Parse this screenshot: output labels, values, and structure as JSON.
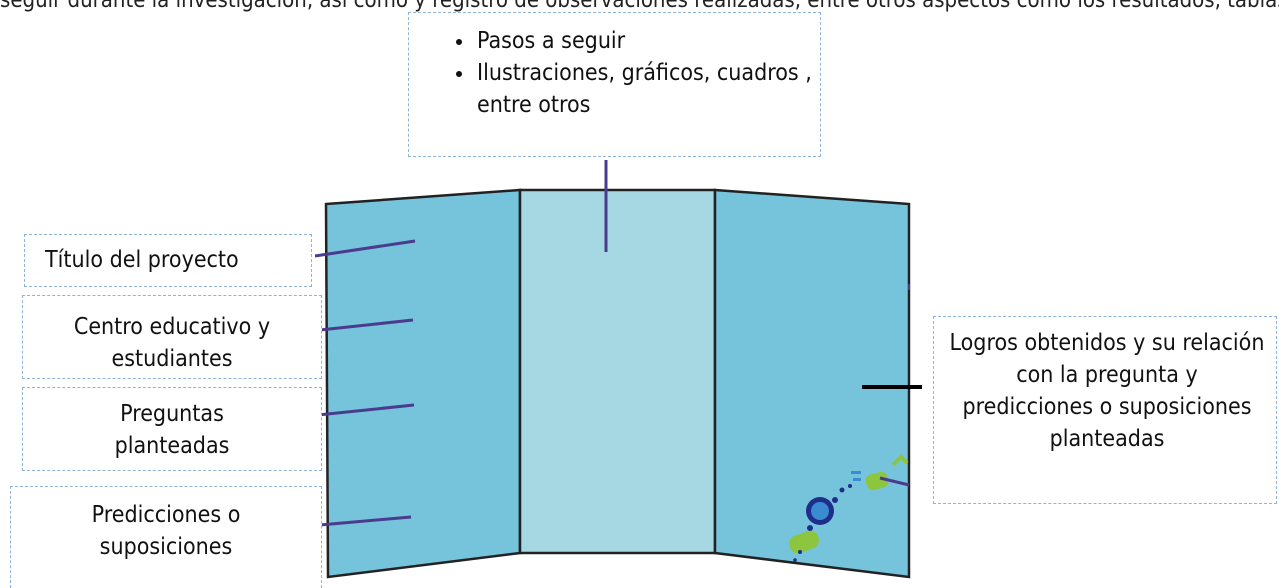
{
  "top_text": "seguir durante la investigación, así como y registro de observaciones realizadas, entre otros aspectos como los resultados, tablas y",
  "center_panel_box": {
    "items": [
      "Pasos a seguir",
      "Ilustraciones, gráficos, cuadros , entre otros"
    ]
  },
  "left_labels": {
    "title": "Título del proyecto",
    "school": "Centro educativo y estudiantes",
    "questions": "Preguntas planteadas",
    "predictions": "Predicciones o suposiciones"
  },
  "right_label": "Logros obtenidos y su relación con la pregunta y predicciones o suposiciones planteadas",
  "colors": {
    "side_panel": "#76c3dc",
    "center_panel": "#a6d8e3",
    "connector": "#4b3b8f",
    "dashed_border": "#8fb3d9"
  }
}
